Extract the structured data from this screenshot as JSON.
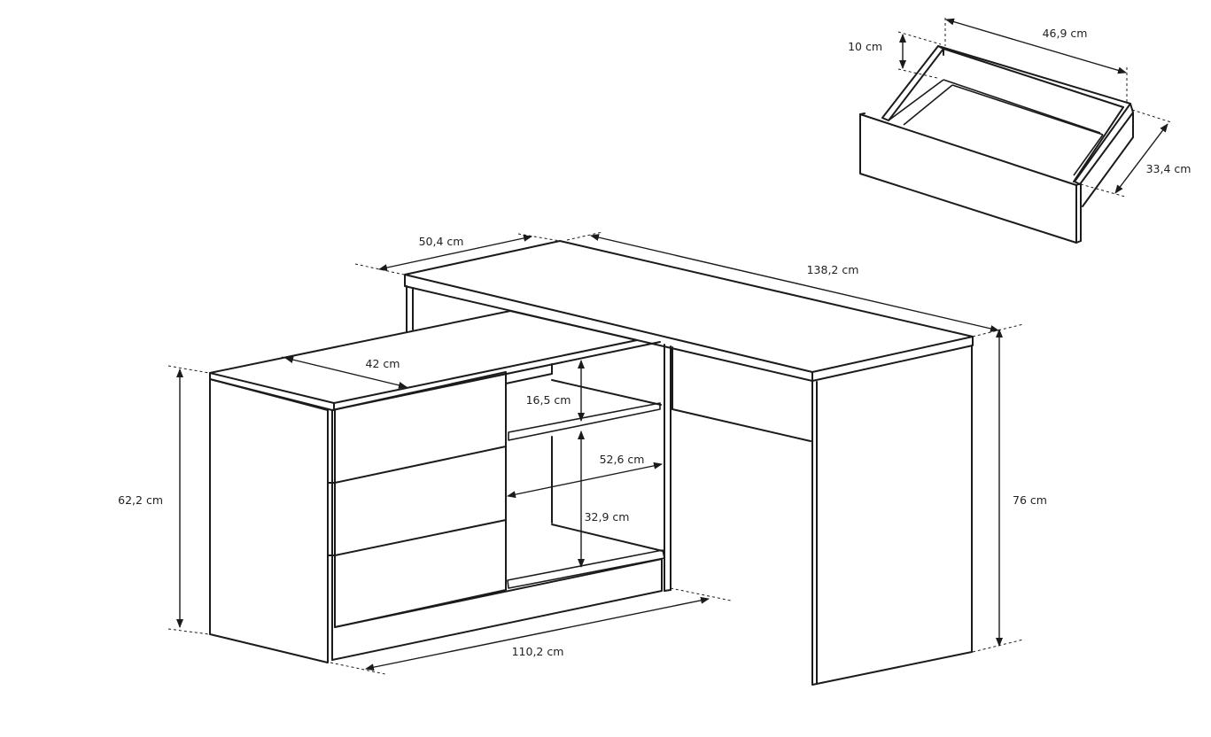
{
  "dimensions": {
    "drawer_height": "10 cm",
    "drawer_width": "46,9 cm",
    "drawer_depth": "33,4 cm",
    "desk_depth": "50,4 cm",
    "desk_length": "138,2 cm",
    "cabinet_depth": "42 cm",
    "upper_shelf_height": "16,5 cm",
    "shelf_width": "52,6 cm",
    "lower_shelf_height": "32,9 cm",
    "cabinet_height": "62,2 cm",
    "desk_height": "76 cm",
    "cabinet_length": "110,2 cm"
  }
}
